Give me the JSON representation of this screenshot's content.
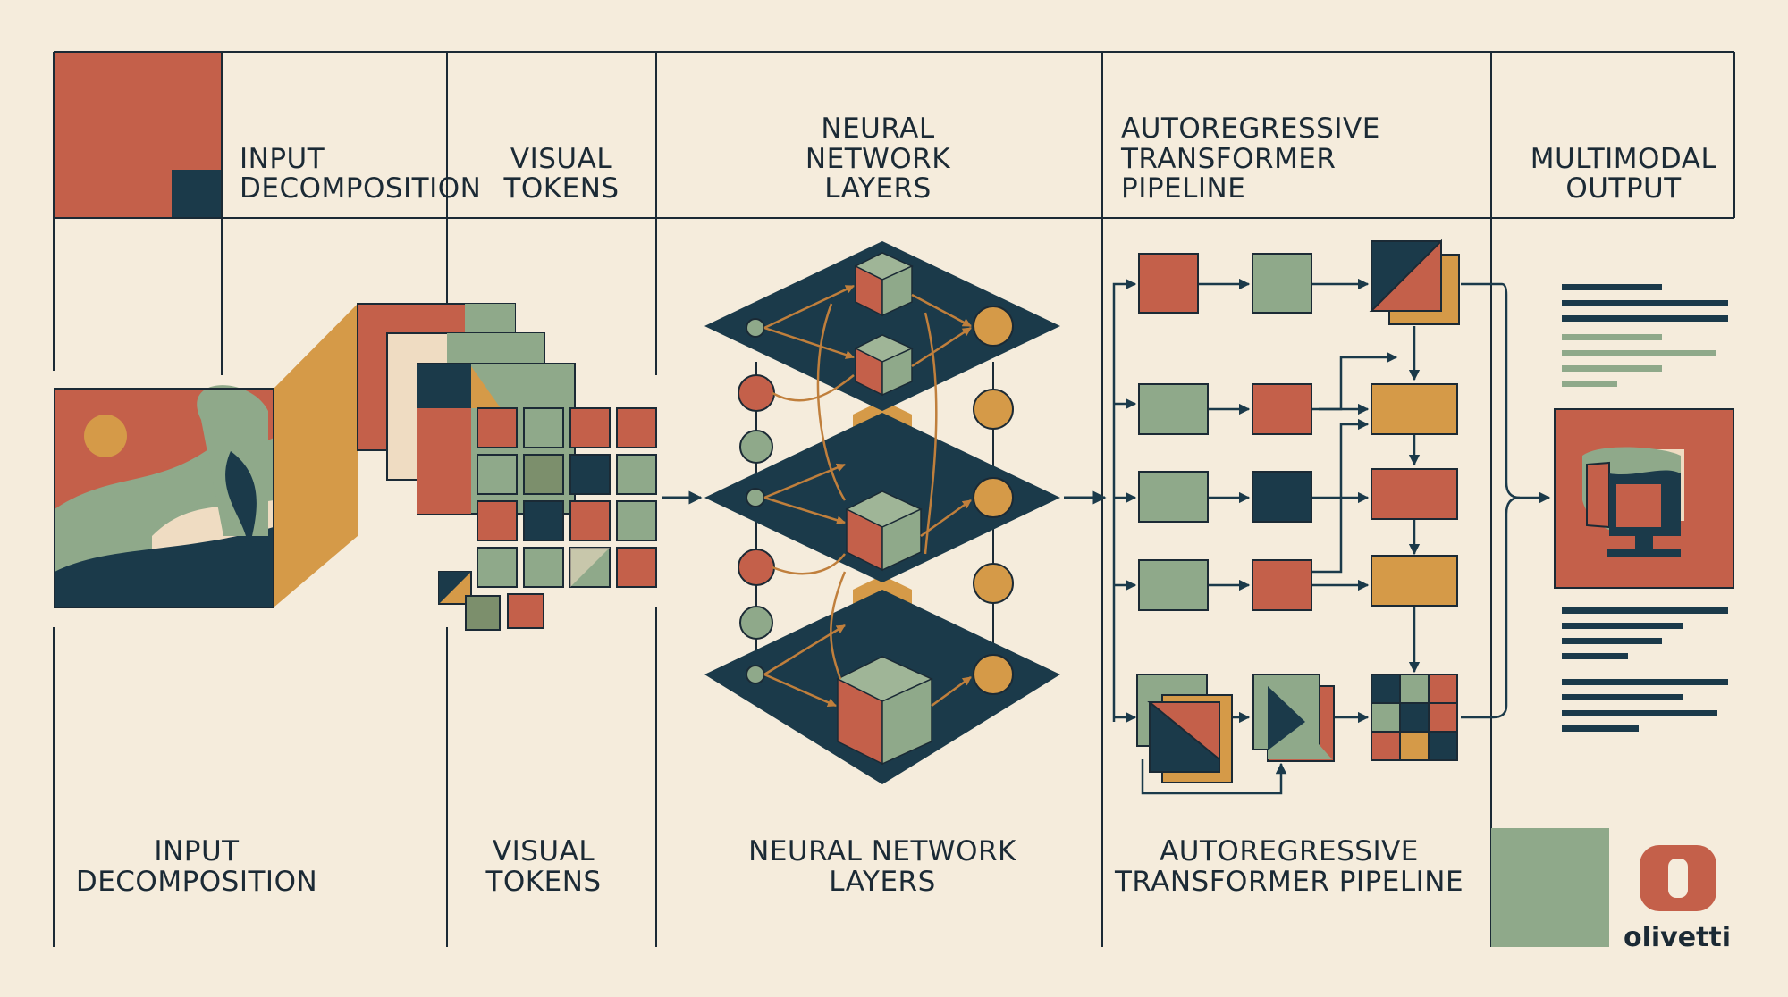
{
  "colors": {
    "background": "#f5ecdc",
    "rust": "#c4604a",
    "sage": "#8fa98a",
    "navy": "#1b3a4a",
    "ochre": "#d59a48",
    "cream": "#efdcc2",
    "ink": "#1b2a35"
  },
  "header": {
    "input_decomposition": [
      "INPUT",
      "DECOMPOSITION"
    ],
    "visual_tokens": [
      "VISUAL",
      "TOKENS"
    ],
    "neural_network_layers": [
      "NEURAL",
      "NETWORK",
      "LAYERS"
    ],
    "autoregressive_pipeline": [
      "AUTOREGRESSIVE",
      "TRANSFORMER",
      "PIPELINE"
    ],
    "multimodal_output": [
      "MULTIMODAL",
      "OUTPUT"
    ]
  },
  "footer": {
    "input_decomposition": [
      "INPUT",
      "DECOMPOSITION"
    ],
    "visual_tokens": [
      "VISUAL",
      "TOKENS"
    ],
    "neural_network_layers": [
      "NEURAL NETWORK",
      "LAYERS"
    ],
    "autoregressive_pipeline": [
      "AUTOREGRESSIVE",
      "TRANSFORMER PIPELINE"
    ]
  },
  "brand": {
    "logo_text": "olivetti",
    "logo_icon": "olivetti-o-icon"
  }
}
